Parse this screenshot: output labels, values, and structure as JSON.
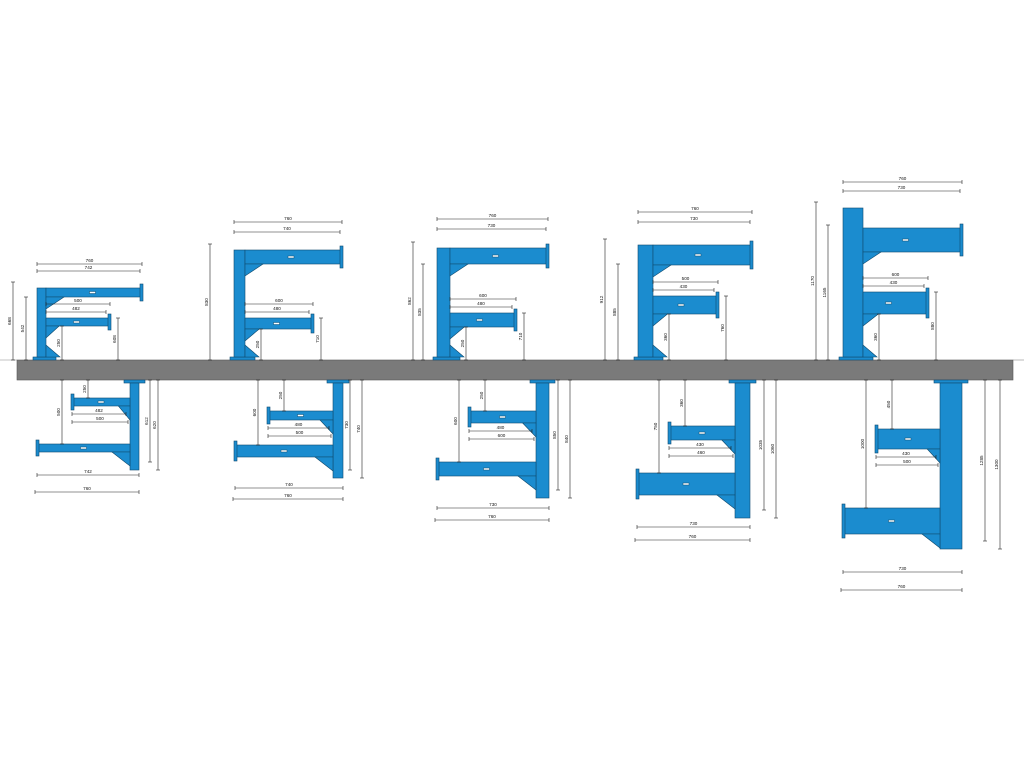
{
  "brackets": [
    {
      "id": "b1",
      "top": {
        "w_outer": "760",
        "w_inner": "742",
        "h_total": "668",
        "h_mid": "542",
        "arm_lengths": [
          "500",
          "482"
        ],
        "arm_drop": "608",
        "base_gap": "250"
      },
      "bottom": {
        "h_upper": "500",
        "h_lower": "250",
        "arm_lengths": [
          "482",
          "500"
        ],
        "h_right_a": "612",
        "h_right_b": "620",
        "w_inner": "742",
        "w_outer": "760"
      }
    },
    {
      "id": "b2",
      "top": {
        "w_outer": "760",
        "w_inner": "740",
        "h_total": "830",
        "arm_lengths": [
          "600",
          "480"
        ],
        "arm_drop": "710",
        "base_gap": "250"
      },
      "bottom": {
        "h_upper": "600",
        "h_lower": "250",
        "arm_lengths": [
          "480",
          "500"
        ],
        "h_right_a": "730",
        "h_right_b": "740",
        "w_inner": "740",
        "w_outer": "760"
      }
    },
    {
      "id": "b3",
      "top": {
        "w_outer": "760",
        "w_inner": "730",
        "h_total": "862",
        "h_mid": "835",
        "arm_lengths": [
          "600",
          "480"
        ],
        "arm_drop": "710",
        "base_gap": "250"
      },
      "bottom": {
        "h_upper": "600",
        "h_lower": "250",
        "arm_lengths": [
          "480",
          "600"
        ],
        "h_right_a": "850",
        "h_right_b": "840",
        "w_inner": "730",
        "w_outer": "760"
      }
    },
    {
      "id": "b4",
      "top": {
        "w_outer": "760",
        "w_inner": "730",
        "h_total": "912",
        "h_mid": "885",
        "arm_lengths": [
          "500",
          "430"
        ],
        "arm_drop": "760",
        "base_gap": "360"
      },
      "bottom": {
        "h_upper": "750",
        "h_lower": "360",
        "arm_lengths": [
          "430",
          "460"
        ],
        "h_right_a": "1035",
        "h_right_b": "1060",
        "w_inner": "730",
        "w_outer": "760"
      }
    },
    {
      "id": "b5",
      "top": {
        "w_outer": "760",
        "w_inner": "730",
        "h_total": "1170",
        "h_mid": "1165",
        "arm_lengths": [
          "600",
          "430"
        ],
        "arm_drop": "880",
        "base_gap": "360"
      },
      "bottom": {
        "h_upper": "1000",
        "h_lower": "450",
        "arm_lengths": [
          "430",
          "500"
        ],
        "h_right_a": "1285",
        "h_right_b": "1300",
        "w_inner": "730",
        "w_outer": "760"
      }
    }
  ],
  "colors": {
    "steel": "#1b8ccf",
    "slab": "#7a7a7a",
    "line": "#222222"
  }
}
